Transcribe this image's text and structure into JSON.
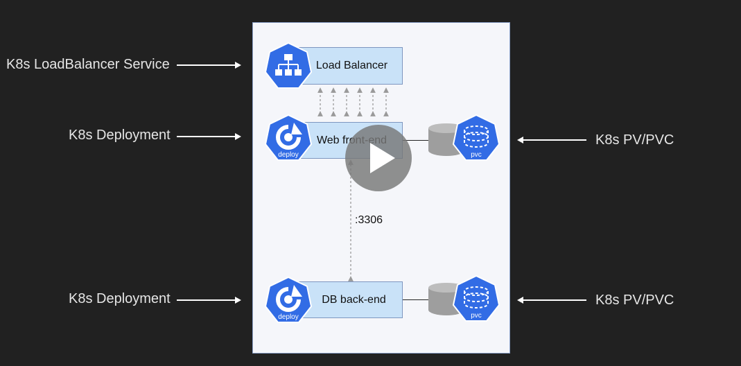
{
  "left_labels": {
    "service": "K8s LoadBalancer Service",
    "deployment_web": "K8s Deployment",
    "deployment_db": "K8s Deployment"
  },
  "right_labels": {
    "pv_web": "K8s PV/PVC",
    "pv_db": "K8s PV/PVC"
  },
  "nodes": {
    "load_balancer": "Load Balancer",
    "web_frontend": "Web front-end",
    "db_backend": "DB back-end"
  },
  "icons": {
    "deploy_text": "deploy",
    "pvc_text": "pvc"
  },
  "connection": {
    "port": ":3306"
  },
  "colors": {
    "background": "#212121",
    "k8s_blue": "#326ce5",
    "node_fill": "#c9e2f8",
    "disk_gray": "#9e9e9e"
  }
}
